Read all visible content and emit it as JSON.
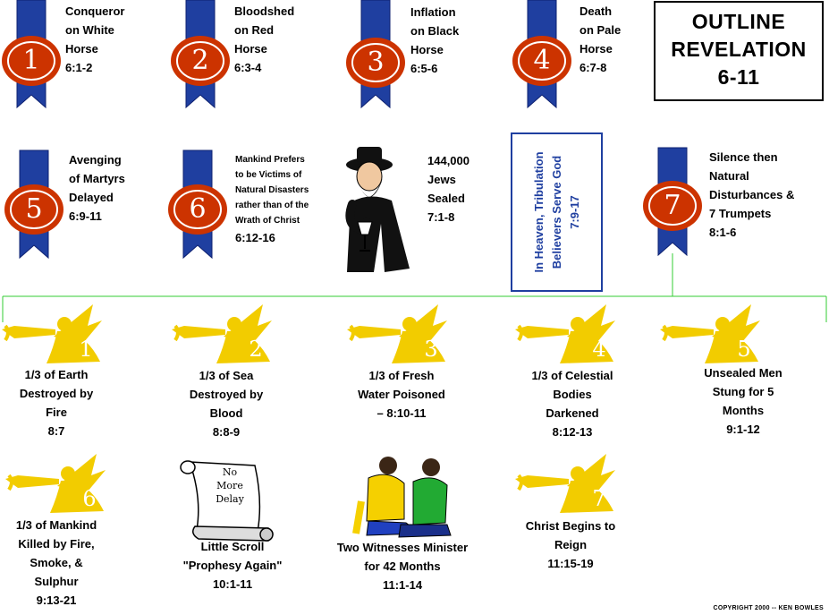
{
  "title": {
    "line1": "OUTLINE",
    "line2": "REVELATION",
    "line3": "6-11"
  },
  "seals": [
    {
      "number": "1",
      "text": "Conqueror\non White\nHorse\n6:1-2"
    },
    {
      "number": "2",
      "text": "Bloodshed\non Red\nHorse\n6:3-4"
    },
    {
      "number": "3",
      "text": "Inflation\non Black\nHorse\n6:5-6"
    },
    {
      "number": "4",
      "text": "Death\non Pale\nHorse\n6:7-8"
    },
    {
      "number": "5",
      "text": "Avenging\nof Martyrs\nDelayed\n6:9-11"
    },
    {
      "number": "6",
      "text": "Mankind Prefers\nto be Victims of\nNatural Disasters\nrather than of the\nWrath of Christ",
      "ref": "6:12-16"
    },
    {
      "number": "7",
      "text": "Silence then\nNatural\nDisturbances &\n7 Trumpets\n8:1-6"
    }
  ],
  "sealed": {
    "text": "144,000\nJews\nSealed\n7:1-8"
  },
  "heaven": {
    "text": "In Heaven, Tribulation\nBelievers Serve God\n7:9-17"
  },
  "trumpets": [
    {
      "number": "1",
      "text": "1/3 of Earth\nDestroyed by\nFire\n8:7"
    },
    {
      "number": "2",
      "text": "1/3 of Sea\nDestroyed by\nBlood\n8:8-9"
    },
    {
      "number": "3",
      "text": "1/3 of Fresh\nWater Poisoned\n– 8:10-11"
    },
    {
      "number": "4",
      "text": "1/3 of Celestial\nBodies\nDarkened\n8:12-13"
    },
    {
      "number": "5",
      "text": "Unsealed Men\nStung for 5\nMonths\n9:1-12"
    },
    {
      "number": "6",
      "text": "1/3 of Mankind\nKilled by Fire,\nSmoke, &\nSulphur\n9:13-21"
    },
    {
      "number": "7",
      "text": "Christ Begins to\nReign\n11:15-19"
    }
  ],
  "scroll": {
    "text": "Little Scroll\n\"Prophesy Again\"\n10:1-11",
    "writing": "No\nMore\nDelay"
  },
  "witnesses": {
    "text": "Two Witnesses Minister\nfor 42 Months\n11:1-14"
  },
  "copyright": "COPYRIGHT 2000 -- KEN BOWLES",
  "colors": {
    "ribbon": "#1f3fa0",
    "seal_red": "#cc3300",
    "angel_yellow": "#f2cc00",
    "connector": "#33cc33"
  }
}
